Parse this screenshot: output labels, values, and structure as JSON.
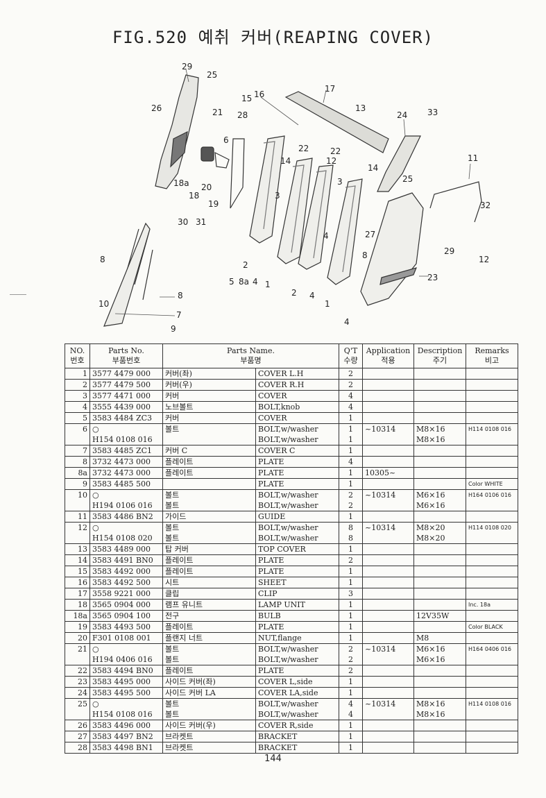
{
  "figure": {
    "title": "FIG.520 예취 커버(REAPING COVER)",
    "callouts": [
      "29",
      "25",
      "26",
      "21",
      "28",
      "15",
      "16",
      "17",
      "13",
      "24",
      "33",
      "6",
      "22",
      "22",
      "12",
      "14",
      "14",
      "11",
      "18a",
      "20",
      "18",
      "19",
      "3",
      "3",
      "25",
      "32",
      "30",
      "31",
      "27",
      "4",
      "29",
      "12",
      "8",
      "2",
      "8",
      "5",
      "8a",
      "4",
      "1",
      "2",
      "4",
      "23",
      "8",
      "1",
      "10",
      "7",
      "9",
      "4"
    ]
  },
  "table": {
    "headers": {
      "no": "NO.",
      "no_ko": "번호",
      "parts_no": "Parts No.",
      "parts_no_ko": "부품번호",
      "parts_name": "Parts Name.",
      "parts_name_ko": "부품명",
      "qty": "Q'T",
      "qty_ko": "수량",
      "application": "Application",
      "application_ko": "적용",
      "description": "Description",
      "description_ko": "주기",
      "remarks": "Remarks",
      "remarks_ko": "비고"
    },
    "rows": [
      {
        "no": "1",
        "part": "3577 4479 000",
        "ko": "커버(좌)",
        "en": "COVER L.H",
        "qty": "2",
        "app": "",
        "desc": "",
        "rem": "",
        "line": true
      },
      {
        "no": "2",
        "part": "3577 4479 500",
        "ko": "커버(우)",
        "en": "COVER R.H",
        "qty": "2",
        "app": "",
        "desc": "",
        "rem": "",
        "line": true
      },
      {
        "no": "3",
        "part": "3577 4471 000",
        "ko": "커버",
        "en": "COVER",
        "qty": "4",
        "app": "",
        "desc": "",
        "rem": "",
        "line": true
      },
      {
        "no": "4",
        "part": "3555 4439 000",
        "ko": "노브볼트",
        "en": "BOLT,knob",
        "qty": "4",
        "app": "",
        "desc": "",
        "rem": "",
        "line": true
      },
      {
        "no": "5",
        "part": "3583 4484 ZC3",
        "ko": "커버",
        "en": "COVER",
        "qty": "1",
        "app": "",
        "desc": "",
        "rem": "",
        "line": true
      },
      {
        "no": "6",
        "part": "○",
        "ko": "볼트",
        "en": "BOLT,w/washer",
        "qty": "1",
        "app": "~10314",
        "desc": "M8×16",
        "rem": "H114 0108 016",
        "line": true
      },
      {
        "no": "",
        "part": "H154 0108 016",
        "ko": "",
        "en": "BOLT,w/washer",
        "qty": "1",
        "app": "",
        "desc": "M8×16",
        "rem": "",
        "line": false
      },
      {
        "no": "7",
        "part": "3583 4485 ZC1",
        "ko": "커버 C",
        "en": "COVER C",
        "qty": "1",
        "app": "",
        "desc": "",
        "rem": "",
        "line": true
      },
      {
        "no": "8",
        "part": "3732 4473 000",
        "ko": "플레이트",
        "en": "PLATE",
        "qty": "4",
        "app": "",
        "desc": "",
        "rem": "",
        "line": true
      },
      {
        "no": "8a",
        "part": "3732 4473 000",
        "ko": "플레이트",
        "en": "PLATE",
        "qty": "1",
        "app": "10305~",
        "desc": "",
        "rem": "",
        "line": true
      },
      {
        "no": "9",
        "part": "3583 4485 500",
        "ko": "",
        "en": "PLATE",
        "qty": "1",
        "app": "",
        "desc": "",
        "rem": "Color WHITE",
        "line": true
      },
      {
        "no": "10",
        "part": "○",
        "ko": "볼트",
        "en": "BOLT,w/washer",
        "qty": "2",
        "app": "~10314",
        "desc": "M6×16",
        "rem": "H164 0106 016",
        "line": true
      },
      {
        "no": "",
        "part": "H194 0106 016",
        "ko": "볼트",
        "en": "BOLT,w/washer",
        "qty": "2",
        "app": "",
        "desc": "M6×16",
        "rem": "",
        "line": false
      },
      {
        "no": "11",
        "part": "3583 4486 BN2",
        "ko": "가이드",
        "en": "GUIDE",
        "qty": "1",
        "app": "",
        "desc": "",
        "rem": "",
        "line": true
      },
      {
        "no": "12",
        "part": "○",
        "ko": "볼트",
        "en": "BOLT,w/washer",
        "qty": "8",
        "app": "~10314",
        "desc": "M8×20",
        "rem": "H114 0108 020",
        "line": true
      },
      {
        "no": "",
        "part": "H154 0108 020",
        "ko": "볼트",
        "en": "BOLT,w/washer",
        "qty": "8",
        "app": "",
        "desc": "M8×20",
        "rem": "",
        "line": false
      },
      {
        "no": "13",
        "part": "3583 4489 000",
        "ko": "탑 커버",
        "en": "TOP COVER",
        "qty": "1",
        "app": "",
        "desc": "",
        "rem": "",
        "line": true
      },
      {
        "no": "14",
        "part": "3583 4491 BN0",
        "ko": "플레이트",
        "en": "PLATE",
        "qty": "2",
        "app": "",
        "desc": "",
        "rem": "",
        "line": true
      },
      {
        "no": "15",
        "part": "3583 4492 000",
        "ko": "플레이트",
        "en": "PLATE",
        "qty": "1",
        "app": "",
        "desc": "",
        "rem": "",
        "line": true
      },
      {
        "no": "16",
        "part": "3583 4492 500",
        "ko": "시트",
        "en": "SHEET",
        "qty": "1",
        "app": "",
        "desc": "",
        "rem": "",
        "line": true
      },
      {
        "no": "17",
        "part": "3558 9221 000",
        "ko": "클립",
        "en": "CLIP",
        "qty": "3",
        "app": "",
        "desc": "",
        "rem": "",
        "line": true
      },
      {
        "no": "18",
        "part": "3565 0904 000",
        "ko": "램프 유니트",
        "en": "LAMP UNIT",
        "qty": "1",
        "app": "",
        "desc": "",
        "rem": "Inc. 18a",
        "line": true
      },
      {
        "no": "18a",
        "part": "3565 0904 100",
        "ko": "전구",
        "en": "BULB",
        "qty": "1",
        "app": "",
        "desc": "12V35W",
        "rem": "",
        "line": true
      },
      {
        "no": "19",
        "part": "3583 4493 500",
        "ko": "플레이트",
        "en": "PLATE",
        "qty": "1",
        "app": "",
        "desc": "",
        "rem": "Color BLACK",
        "line": true
      },
      {
        "no": "20",
        "part": "F301 0108 001",
        "ko": "플랜지 너트",
        "en": "NUT,flange",
        "qty": "1",
        "app": "",
        "desc": "M8",
        "rem": "",
        "line": true
      },
      {
        "no": "21",
        "part": "○",
        "ko": "볼트",
        "en": "BOLT,w/washer",
        "qty": "2",
        "app": "~10314",
        "desc": "M6×16",
        "rem": "H164 0406 016",
        "line": true
      },
      {
        "no": "",
        "part": "H194 0406 016",
        "ko": "볼트",
        "en": "BOLT,w/washer",
        "qty": "2",
        "app": "",
        "desc": "M6×16",
        "rem": "",
        "line": false
      },
      {
        "no": "22",
        "part": "3583 4494 BN0",
        "ko": "플레이트",
        "en": "PLATE",
        "qty": "2",
        "app": "",
        "desc": "",
        "rem": "",
        "line": true
      },
      {
        "no": "23",
        "part": "3583 4495 000",
        "ko": "사이드 커버(좌)",
        "en": "COVER L,side",
        "qty": "1",
        "app": "",
        "desc": "",
        "rem": "",
        "line": true
      },
      {
        "no": "24",
        "part": "3583 4495 500",
        "ko": "사이드 커버 LA",
        "en": "COVER LA,side",
        "qty": "1",
        "app": "",
        "desc": "",
        "rem": "",
        "line": true
      },
      {
        "no": "25",
        "part": "○",
        "ko": "볼트",
        "en": "BOLT,w/washer",
        "qty": "4",
        "app": "~10314",
        "desc": "M8×16",
        "rem": "H114 0108 016",
        "line": true
      },
      {
        "no": "",
        "part": "H154 0108 016",
        "ko": "볼트",
        "en": "BOLT,w/washer",
        "qty": "4",
        "app": "",
        "desc": "M8×16",
        "rem": "",
        "line": false
      },
      {
        "no": "26",
        "part": "3583 4496 000",
        "ko": "사이드 커버(우)",
        "en": "COVER R,side",
        "qty": "1",
        "app": "",
        "desc": "",
        "rem": "",
        "line": true
      },
      {
        "no": "27",
        "part": "3583 4497 BN2",
        "ko": "브라켓트",
        "en": "BRACKET",
        "qty": "1",
        "app": "",
        "desc": "",
        "rem": "",
        "line": true
      },
      {
        "no": "28",
        "part": "3583 4498 BN1",
        "ko": "브라켓트",
        "en": "BRACKET",
        "qty": "1",
        "app": "",
        "desc": "",
        "rem": "",
        "line": true
      }
    ]
  },
  "page_number": "144"
}
